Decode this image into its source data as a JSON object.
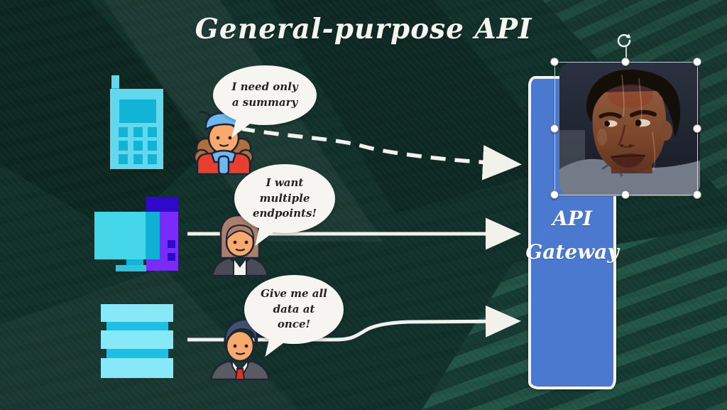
{
  "slide": {
    "title": "General-purpose API"
  },
  "clients": [
    {
      "device_icon": "mobile-phone-icon",
      "avatar_icon": "woman-in-beret-avatar",
      "speech_lines": [
        "I need only",
        "a summary"
      ]
    },
    {
      "device_icon": "desktop-computer-icon",
      "avatar_icon": "woman-in-blazer-avatar",
      "speech_lines": [
        "I want",
        "multiple",
        "endpoints!"
      ]
    },
    {
      "device_icon": "database-icon",
      "avatar_icon": "man-in-suit-avatar",
      "speech_lines": [
        "Give me all",
        "data at",
        "once!"
      ]
    }
  ],
  "gateway": {
    "label_lines": [
      "API",
      "Gateway"
    ]
  },
  "meme": {
    "icon": "sweating-man-meme-image",
    "selected": true
  },
  "colors": {
    "background": "#11312a",
    "device_cyan": "#63d8ec",
    "device_cyan_dark": "#12b4d6",
    "tower_violet": "#7a2bf7",
    "tower_blue": "#2f08c9",
    "gateway_blue": "#4a79cf",
    "bubble_white": "#f7f5f1",
    "arrow_white": "#f3f1ec"
  }
}
